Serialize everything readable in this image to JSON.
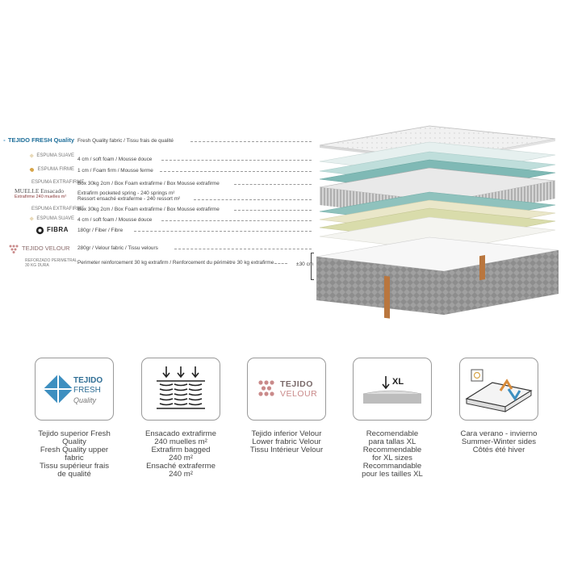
{
  "layers": [
    {
      "logo": "TEJIDO FRESH Quality",
      "desc": [
        "Fresh Quality fabric / Tissu frais de qualité"
      ]
    },
    {
      "logo": "ESPUMA SUAVE",
      "desc": [
        "4 cm / soft foam / Mousse douce"
      ]
    },
    {
      "logo": "ESPUMA FIRME",
      "desc": [
        "1 cm / Foam firm / Mousse ferme"
      ]
    },
    {
      "logo": "ESPUMA EXTRAFIRME",
      "desc": [
        "Box 30kg 2cm / Box Foam extrafirme / Box Mousse extrafirme"
      ]
    },
    {
      "logo": "MUELLE Ensacado",
      "logo_sub": "Extrafirme 240 muelles m²",
      "desc": [
        "Extrafirm pocketed spring - 240 springs m²",
        "Ressort ensaché extraferme - 240 ressort m²"
      ]
    },
    {
      "logo": "ESPUMA EXTRAFIRME",
      "desc": [
        "Box 30kg 2cm / Box Foam extrafirme / Box Mousse extrafirme"
      ]
    },
    {
      "logo": "ESPUMA SUAVE",
      "desc": [
        "4 cm / soft foam / Mousse douce"
      ]
    },
    {
      "logo": "FIBRA",
      "desc": [
        "180gr / Fiber / Fibre"
      ]
    },
    {
      "logo": "TEJIDO VELOUR",
      "desc": [
        "280gr / Velour fabric / Tissu velours"
      ]
    },
    {
      "logo": "REFORZADO PERIMETRAL",
      "logo_sub": "30 KG DURA",
      "desc": [
        "Perimeter reinforcement 30 kg extrafirm / Renforcement du périmètre 30 kg extrafirme"
      ]
    }
  ],
  "height_label": "±30 cm",
  "icon_cards": [
    {
      "icon": "fresh-quality-fabric-icon",
      "text": [
        "TEJIDO",
        "FRESH",
        "Quality"
      ],
      "caption": [
        "Tejido superior Fresh",
        "Quality",
        "Fresh Quality upper",
        "fabric",
        "Tissu supérieur frais",
        "de qualité"
      ]
    },
    {
      "icon": "bagged-springs-icon",
      "text": [],
      "caption": [
        "Ensacado extrafirme",
        "240 muelles m²",
        "Extrafirm bagged",
        "240 m²",
        "Ensaché extraferme",
        "240 m²"
      ]
    },
    {
      "icon": "velour-fabric-icon",
      "text": [
        "TEJIDO",
        "VELOUR"
      ],
      "caption": [
        "Tejido inferior Velour",
        "Lower frabric Velour",
        "Tissu Intérieur Velour"
      ]
    },
    {
      "icon": "xl-size-icon",
      "text": [
        "XL"
      ],
      "caption": [
        "Recomendable",
        "para tallas XL",
        "Recommendable",
        "for XL sizes",
        "Recommandable",
        "pour les tailles XL"
      ]
    },
    {
      "icon": "summer-winter-sides-icon",
      "text": [],
      "caption": [
        "Cara verano - invierno",
        "Summer-Winter sides",
        "Côtés été hiver"
      ]
    }
  ],
  "colors": {
    "fresh_blue": "#3d8fc0",
    "velour_pink": "#c98a8a",
    "espuma_gold": "#d7a54a",
    "stitch": "#b9763e"
  }
}
